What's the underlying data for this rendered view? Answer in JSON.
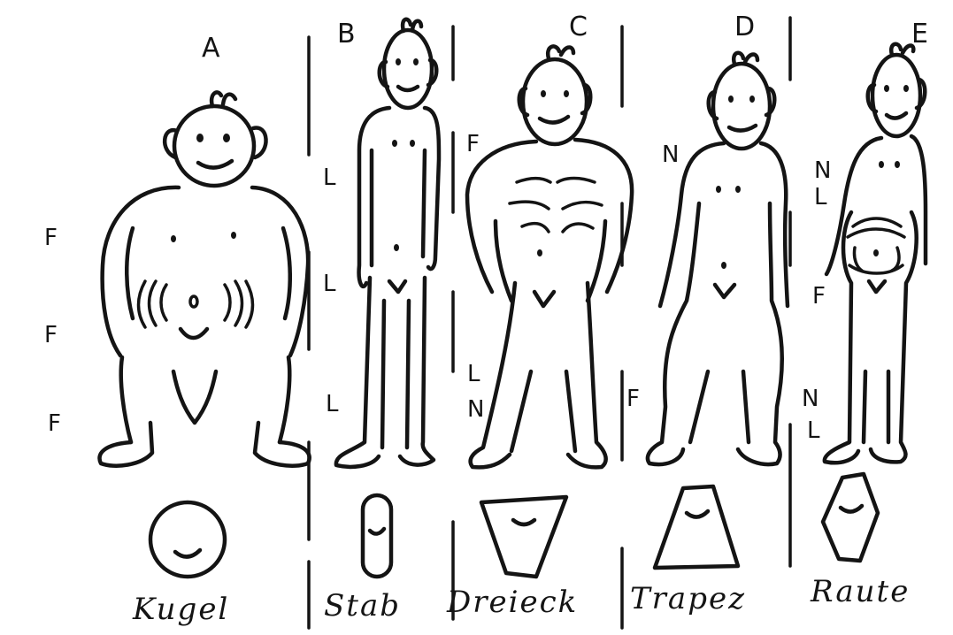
{
  "figures": [
    {
      "letter": "A",
      "shape": "Kugel",
      "marks": [
        "F",
        "F",
        "F"
      ]
    },
    {
      "letter": "B",
      "shape": "Stab",
      "marks": [
        "L",
        "L",
        "L"
      ]
    },
    {
      "letter": "C",
      "shape": "Dreieck",
      "marks": [
        "F",
        "L",
        "N"
      ]
    },
    {
      "letter": "D",
      "shape": "Trapez",
      "marks": [
        "N",
        "F"
      ]
    },
    {
      "letter": "E",
      "shape": "Raute",
      "marks": [
        "N",
        "L",
        "F",
        "N",
        "L"
      ]
    }
  ],
  "colors": {
    "ink": "#141414",
    "paper": "#ffffff"
  }
}
